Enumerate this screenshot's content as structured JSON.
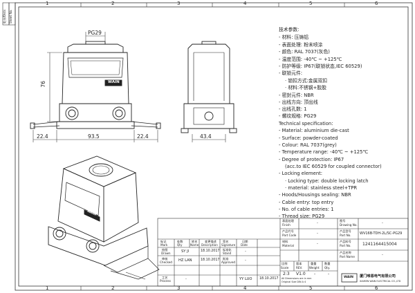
{
  "border": {
    "top_zones": [
      "1",
      "2",
      "3",
      "4",
      "5",
      "6"
    ],
    "bottom_zones": [
      "1",
      "2",
      "3",
      "4",
      "5",
      "6"
    ],
    "side_stamp": [
      "处分/Dists",
      "Sheet No."
    ]
  },
  "front_view_dims": {
    "pg": "PG29",
    "height": "76",
    "left": "22.4",
    "mid": "93.5",
    "right": "22.4"
  },
  "side_view_dims": {
    "width": "43.4"
  },
  "product_logo": "WAIN",
  "spec": {
    "cn": [
      "技术参数:",
      "- 材料: 压铸铝",
      "- 表面处理: 粉末喷涂",
      "- 颜色: RAL 7037(灰色)",
      "- 温度范围: -40℃ ~ +125℃",
      "- 防护等级: IP67(联锁状态,IEC 60529)",
      "- 联锁元件:",
      "  · 锁扣方式:金属双扣",
      "  · 材料:不锈钢+胶胶",
      "- 密封元件: NBR",
      "- 出线方向: 顶出线",
      "- 出线孔数: 1",
      "- 螺纹规格: PG29"
    ],
    "en": [
      "Technical specification:",
      "- Material: aluminium die-cast",
      "- Surface: powder-coated",
      "- Colour: RAL 7037(grey)",
      "- Temperature range: -40℃ ~ +125℃",
      "- Degree of protection: IP67",
      "  (acc.to IEC 60529 for coupled connector)",
      "- Locking element:",
      "  · Locking type: double locking latch",
      "  · material: stainless steel+TPR",
      "- Hoods/Housings sealing: NBR",
      "- Cable entry: top entry",
      "- No. of cable entries: 1",
      "- Thread size: PG29"
    ]
  },
  "title_block": {
    "finish_label_cn": "表面处理",
    "finish_label_en": "Finish",
    "finish_value": "-",
    "drawing_no_label_cn": "图号",
    "drawing_no_label_en": "Drawing No.",
    "drawing_no_value": "-",
    "part_code_label_cn": "产品代号",
    "part_code_label_en": "Part Code",
    "part_code_value": "-",
    "material_label_cn": "材料",
    "material_label_en": "Material",
    "material_value": "-",
    "part_no_model_label_cn": "产品型号",
    "part_no_model_label_en": "Part No.",
    "part_no_model_value": "WV16B-TDH-2L/SC-PG29",
    "part_no_label_cn": "产品料号",
    "part_no_label_en": "Part No.",
    "part_no_value": "1241164415004",
    "part_name_label_cn": "产品名称",
    "part_name_label_en": "Part Name",
    "part_name_value": "-",
    "rev_header": {
      "mark_cn": "标记",
      "mark_en": "Mark",
      "qty_cn": "处数",
      "qty_en": "Qty",
      "name_cn": "姓名",
      "name_en": "Name",
      "desc_cn": "变更描述",
      "desc_en": "Description",
      "sig_cn": "签名",
      "sig_en": "Signature",
      "date_cn": "日期",
      "date_en": "Date"
    },
    "drawn_label_cn": "绘图",
    "drawn_label_en": "Drawn",
    "drawn_name": "SY JI",
    "drawn_date": "18.10.2017",
    "std_label_cn": "标准化",
    "std_label_en": "Stand",
    "std_value": "-",
    "checked_label_cn": "审核",
    "checked_label_en": "Checked",
    "checked_name": "HZ LAN",
    "checked_date": "18.10.2017",
    "approved_label_cn": "批准",
    "approved_label_en": "Approved",
    "approved_value": "-",
    "process_label_cn": "工艺",
    "process_label_en": "Process",
    "process_value": "-",
    "approved_name": "YY LUO",
    "approved_date": "18.10.2017",
    "scale_label_cn": "比例",
    "scale_label_en": "Scale",
    "version_label_cn": "版本",
    "version_label_en": "REV.",
    "weight_label_cn": "重量",
    "weight_label_en": "Weight",
    "qty_label_cn": "数量",
    "qty_label_en": "Qty.",
    "scale_value": "2:3",
    "version_value": "V1.0",
    "weight_value": "-",
    "qty_value": "-",
    "units_note_1": "All Dimensions are in mm",
    "units_note_2": "Original Size DIN A 4",
    "company_logo": "WAIN",
    "company_cn": "厦门唯恩电气有限公司",
    "company_en": "XIAMEN WAIN ELECTRICAL CO.,LTD"
  }
}
